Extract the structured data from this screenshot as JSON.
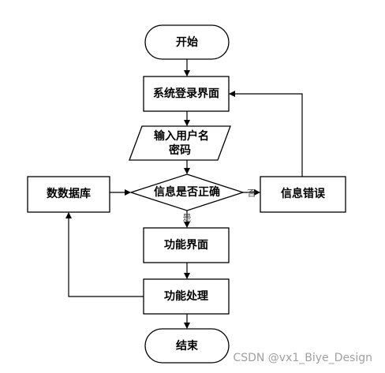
{
  "flowchart": {
    "nodes": {
      "start": "开始",
      "login": "系统登录界面",
      "input_line1": "输入用户名",
      "input_line2": "密码",
      "decision": "信息是否正确",
      "database": "数数据库",
      "error": "信息错误",
      "function_ui": "功能界面",
      "function_process": "功能处理",
      "end": "结束"
    },
    "edge_labels": {
      "no": "否",
      "yes": "是"
    }
  },
  "watermark": "CSDN @vx1_Biye_Design",
  "colors": {
    "stroke": "#000000",
    "background": "#ffffff",
    "watermark": "#a0a0a0"
  }
}
